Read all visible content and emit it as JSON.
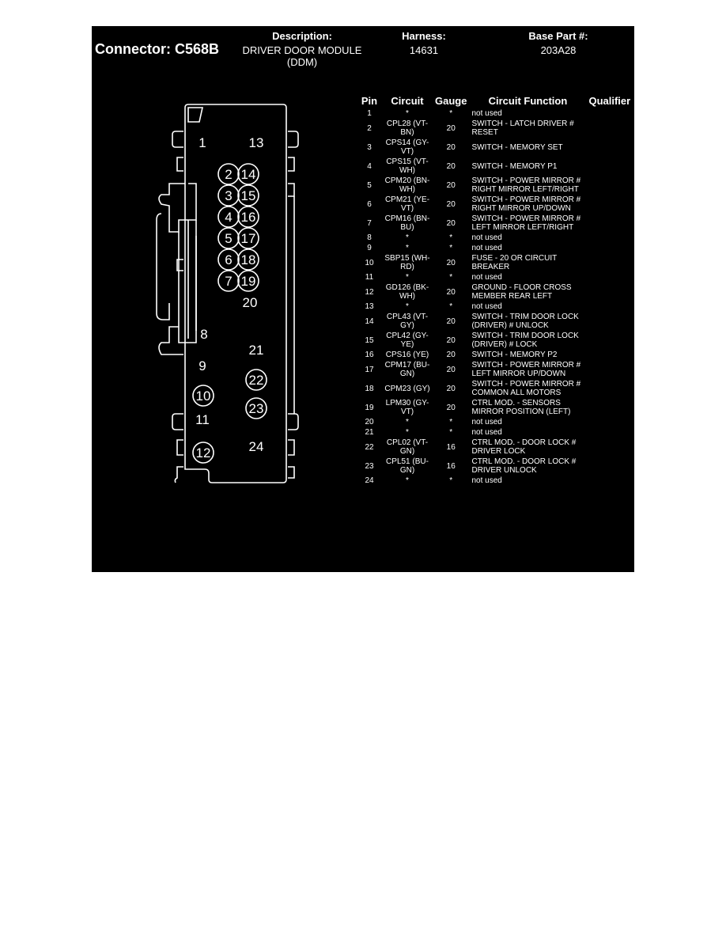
{
  "header": {
    "connector_label": "Connector: C568B",
    "description_label": "Description:",
    "description_value_line1": "DRIVER DOOR MODULE",
    "description_value_line2": "(DDM)",
    "harness_label": "Harness:",
    "harness_value": "14631",
    "base_part_label": "Base Part #:",
    "base_part_value": "203A28"
  },
  "diagram": {
    "cavity_labels_plain": [
      "1",
      "13",
      "20",
      "8",
      "21",
      "9",
      "11",
      "24"
    ],
    "cavity_labels_circled": [
      "2",
      "14",
      "3",
      "15",
      "4",
      "16",
      "5",
      "17",
      "6",
      "18",
      "7",
      "19",
      "22",
      "10",
      "23",
      "12"
    ]
  },
  "table": {
    "columns": [
      "Pin",
      "Circuit",
      "Gauge",
      "Circuit Function",
      "Qualifier"
    ],
    "rows": [
      {
        "pin": "1",
        "circuit": "*",
        "gauge": "*",
        "function": "not used",
        "qualifier": ""
      },
      {
        "pin": "2",
        "circuit": "CPL28 (VT-BN)",
        "gauge": "20",
        "function": "SWITCH - LATCH DRIVER # RESET",
        "qualifier": ""
      },
      {
        "pin": "3",
        "circuit": "CPS14 (GY-VT)",
        "gauge": "20",
        "function": "SWITCH - MEMORY SET",
        "qualifier": ""
      },
      {
        "pin": "4",
        "circuit": "CPS15 (VT-WH)",
        "gauge": "20",
        "function": "SWITCH - MEMORY P1",
        "qualifier": ""
      },
      {
        "pin": "5",
        "circuit": "CPM20 (BN-WH)",
        "gauge": "20",
        "function": "SWITCH - POWER MIRROR # RIGHT MIRROR LEFT/RIGHT",
        "qualifier": ""
      },
      {
        "pin": "6",
        "circuit": "CPM21 (YE-VT)",
        "gauge": "20",
        "function": "SWITCH - POWER MIRROR # RIGHT MIRROR UP/DOWN",
        "qualifier": ""
      },
      {
        "pin": "7",
        "circuit": "CPM16 (BN-BU)",
        "gauge": "20",
        "function": "SWITCH - POWER MIRROR # LEFT MIRROR LEFT/RIGHT",
        "qualifier": ""
      },
      {
        "pin": "8",
        "circuit": "*",
        "gauge": "*",
        "function": "not used",
        "qualifier": ""
      },
      {
        "pin": "9",
        "circuit": "*",
        "gauge": "*",
        "function": "not used",
        "qualifier": ""
      },
      {
        "pin": "10",
        "circuit": "SBP15 (WH-RD)",
        "gauge": "20",
        "function": "FUSE - 20 OR CIRCUIT BREAKER",
        "qualifier": ""
      },
      {
        "pin": "11",
        "circuit": "*",
        "gauge": "*",
        "function": "not used",
        "qualifier": ""
      },
      {
        "pin": "12",
        "circuit": "GD126 (BK-WH)",
        "gauge": "20",
        "function": "GROUND - FLOOR CROSS MEMBER REAR LEFT",
        "qualifier": ""
      },
      {
        "pin": "13",
        "circuit": "*",
        "gauge": "*",
        "function": "not used",
        "qualifier": ""
      },
      {
        "pin": "14",
        "circuit": "CPL43 (VT-GY)",
        "gauge": "20",
        "function": "SWITCH - TRIM DOOR LOCK (DRIVER) # UNLOCK",
        "qualifier": ""
      },
      {
        "pin": "15",
        "circuit": "CPL42 (GY-YE)",
        "gauge": "20",
        "function": "SWITCH - TRIM DOOR LOCK (DRIVER) # LOCK",
        "qualifier": ""
      },
      {
        "pin": "16",
        "circuit": "CPS16 (YE)",
        "gauge": "20",
        "function": "SWITCH - MEMORY P2",
        "qualifier": ""
      },
      {
        "pin": "17",
        "circuit": "CPM17 (BU-GN)",
        "gauge": "20",
        "function": "SWITCH - POWER MIRROR # LEFT MIRROR UP/DOWN",
        "qualifier": ""
      },
      {
        "pin": "18",
        "circuit": "CPM23 (GY)",
        "gauge": "20",
        "function": "SWITCH - POWER MIRROR # COMMON ALL MOTORS",
        "qualifier": ""
      },
      {
        "pin": "19",
        "circuit": "LPM30 (GY-VT)",
        "gauge": "20",
        "function": "CTRL MOD. - SENSORS MIRROR POSITION (LEFT)",
        "qualifier": ""
      },
      {
        "pin": "20",
        "circuit": "*",
        "gauge": "*",
        "function": "not used",
        "qualifier": ""
      },
      {
        "pin": "21",
        "circuit": "*",
        "gauge": "*",
        "function": "not used",
        "qualifier": ""
      },
      {
        "pin": "22",
        "circuit": "CPL02 (VT-GN)",
        "gauge": "16",
        "function": "CTRL MOD. - DOOR LOCK # DRIVER LOCK",
        "qualifier": ""
      },
      {
        "pin": "23",
        "circuit": "CPL51 (BU-GN)",
        "gauge": "16",
        "function": "CTRL MOD. - DOOR LOCK # DRIVER UNLOCK",
        "qualifier": ""
      },
      {
        "pin": "24",
        "circuit": "*",
        "gauge": "*",
        "function": "not used",
        "qualifier": ""
      }
    ]
  }
}
